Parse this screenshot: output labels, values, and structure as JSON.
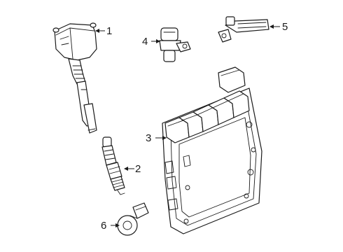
{
  "callouts": {
    "c1": "1",
    "c2": "2",
    "c3": "3",
    "c4": "4",
    "c5": "5",
    "c6": "6"
  },
  "parts": [
    {
      "number": "1",
      "icon": "ignition-coil-icon"
    },
    {
      "number": "2",
      "icon": "spark-plug-icon"
    },
    {
      "number": "3",
      "icon": "engine-control-module-icon"
    },
    {
      "number": "4",
      "icon": "camshaft-position-sensor-icon"
    },
    {
      "number": "5",
      "icon": "crankshaft-position-sensor-icon"
    },
    {
      "number": "6",
      "icon": "knock-sensor-icon"
    }
  ],
  "colors": {
    "line": "#1a1a1a",
    "background": "#ffffff"
  }
}
